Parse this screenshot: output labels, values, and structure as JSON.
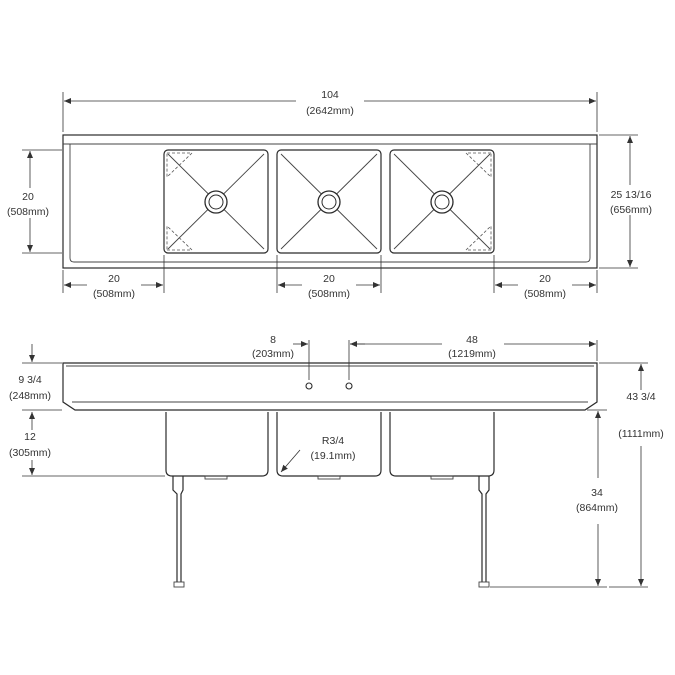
{
  "top_view": {
    "overall_width": {
      "value": "104",
      "metric": "(2642mm)"
    },
    "depth_left": {
      "value": "20",
      "metric": "(508mm)"
    },
    "depth_right": {
      "value": "25 13/16",
      "metric": "(656mm)"
    },
    "left_drainboard": {
      "value": "20",
      "metric": "(508mm)"
    },
    "bowl_width": {
      "value": "20",
      "metric": "(508mm)"
    },
    "right_drainboard": {
      "value": "20",
      "metric": "(508mm)"
    }
  },
  "front_view": {
    "faucet_spacing": {
      "value": "8",
      "metric": "(203mm)"
    },
    "splash_offset": {
      "value": "48",
      "metric": "(1219mm)"
    },
    "backsplash_height": {
      "value": "9 3/4",
      "metric": "(248mm)"
    },
    "bowl_depth": {
      "value": "12",
      "metric": "(305mm)"
    },
    "corner_radius": {
      "value": "R3/4",
      "metric": "(19.1mm)"
    },
    "rim_height": {
      "value": "34",
      "metric": "(864mm)"
    },
    "overall_height": {
      "value": "43 3/4",
      "metric": "(1111mm)"
    }
  }
}
